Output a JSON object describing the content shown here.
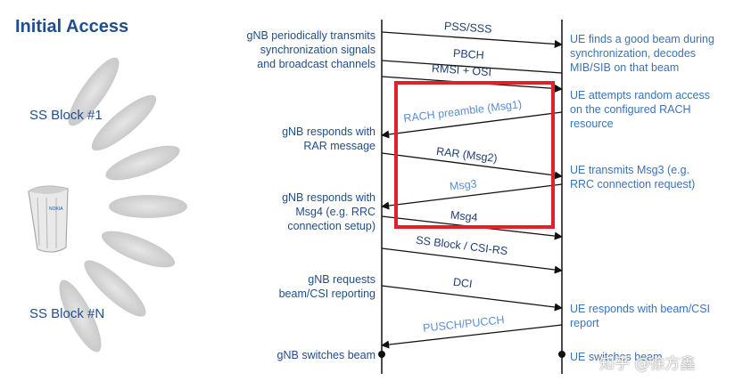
{
  "title": "Initial Access",
  "left_labels": {
    "ss_block_1": "SS Block #1",
    "ss_block_n": "SS Block #N"
  },
  "device_text": "NOKIA",
  "gnb_notes": [
    [
      "gNB periodically transmits",
      "synchronization signals",
      "and broadcast channels"
    ],
    [
      "gNB responds with",
      "RAR message"
    ],
    [
      "gNB responds with",
      "Msg4 (e.g. RRC",
      "connection setup)"
    ],
    [
      "gNB requests",
      "beam/CSI reporting"
    ],
    [
      "gNB switches beam"
    ]
  ],
  "ue_notes": [
    [
      "UE finds a good beam during",
      "synchronization, decodes",
      "MIB/SIB on that beam"
    ],
    [
      "UE attempts random access",
      "on the configured RACH",
      "resource"
    ],
    [
      "UE transmits Msg3 (e.g.",
      "RRC connection request)"
    ],
    [
      "UE responds with beam/CSI",
      "report"
    ],
    [
      "UE switches beam"
    ]
  ],
  "messages": [
    {
      "label": "PSS/SSS",
      "direction": "downlink"
    },
    {
      "label": "PBCH",
      "direction": "downlink"
    },
    {
      "label": "RMSI + OSI",
      "direction": "downlink"
    },
    {
      "label": "RACH preamble (Msg1)",
      "direction": "uplink"
    },
    {
      "label": "RAR (Msg2)",
      "direction": "downlink"
    },
    {
      "label": "Msg3",
      "direction": "uplink"
    },
    {
      "label": "Msg4",
      "direction": "downlink"
    },
    {
      "label": "SS Block / CSI-RS",
      "direction": "downlink"
    },
    {
      "label": "DCI",
      "direction": "downlink"
    },
    {
      "label": "PUSCH/PUCCH",
      "direction": "uplink"
    }
  ],
  "highlight_color": "#e0202a",
  "watermark": "知乎 @徐方鑫"
}
